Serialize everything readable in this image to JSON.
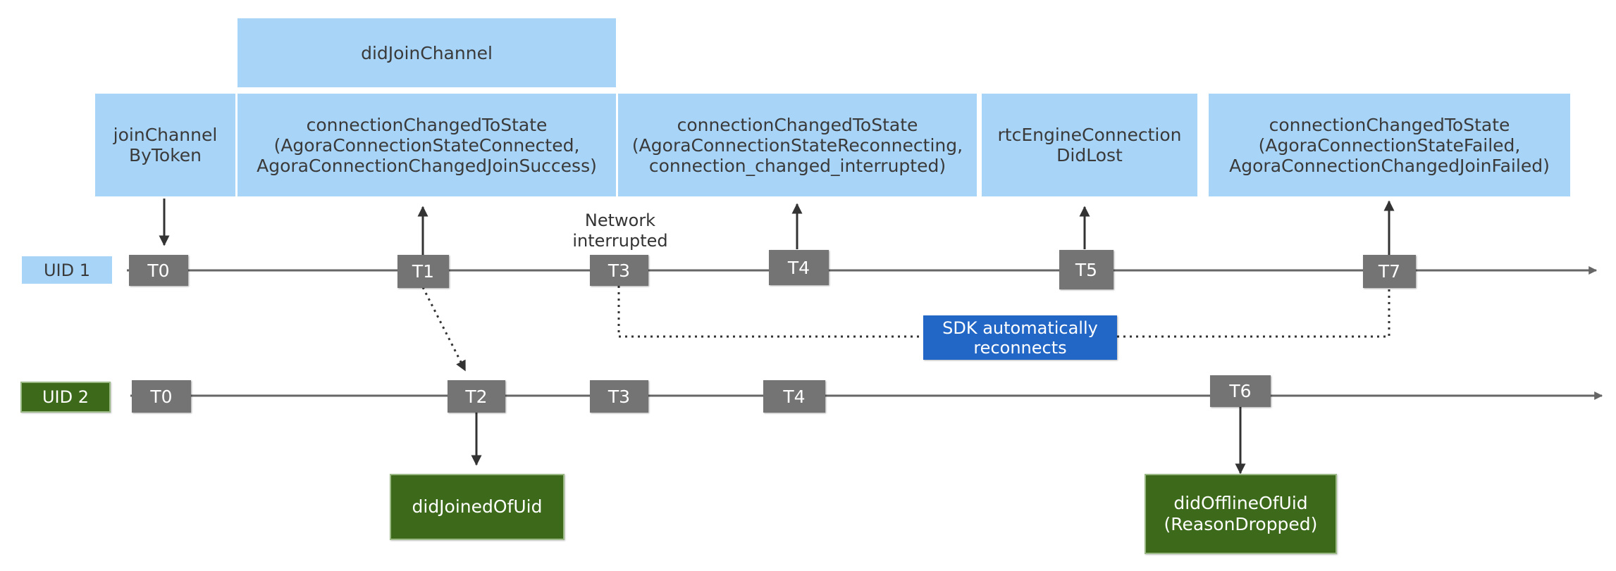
{
  "callbacks": {
    "did_join_channel": "didJoinChannel",
    "join_channel_by_token": "joinChannel\nByToken",
    "state_connected": "connectionChangedToState\n(AgoraConnectionStateConnected,\nAgoraConnectionChangedJoinSuccess)",
    "state_reconnecting": "connectionChangedToState\n(AgoraConnectionStateReconnecting,\nconnection_changed_interrupted)",
    "connection_did_lost": "rtcEngineConnection\nDidLost",
    "state_failed": "connectionChangedToState\n(AgoraConnectionStateFailed,\nAgoraConnectionChangedJoinFailed)",
    "did_joined_of_uid": "didJoinedOfUid",
    "did_offline_of_uid": "didOfflineOfUid\n(ReasonDropped)"
  },
  "uid1": {
    "label": "UID 1",
    "times": {
      "t0": "T0",
      "t1": "T1",
      "t3": "T3",
      "t4": "T4",
      "t5": "T5",
      "t7": "T7"
    }
  },
  "uid2": {
    "label": "UID 2",
    "times": {
      "t0": "T0",
      "t2": "T2",
      "t3": "T3",
      "t4": "T4",
      "t6": "T6"
    }
  },
  "annotations": {
    "network_interrupted": "Network\ninterrupted",
    "sdk_reconnects": "SDK automatically\nreconnects"
  },
  "colors": {
    "callback_box": "#a8d4f7",
    "uid1_label": "#a8d4f7",
    "uid2_label": "#3c6a1a",
    "green_box": "#3c6a1a",
    "time_marker": "#747474",
    "reconnect_box": "#2266c6",
    "line": "#666666",
    "arrow": "#333333"
  }
}
